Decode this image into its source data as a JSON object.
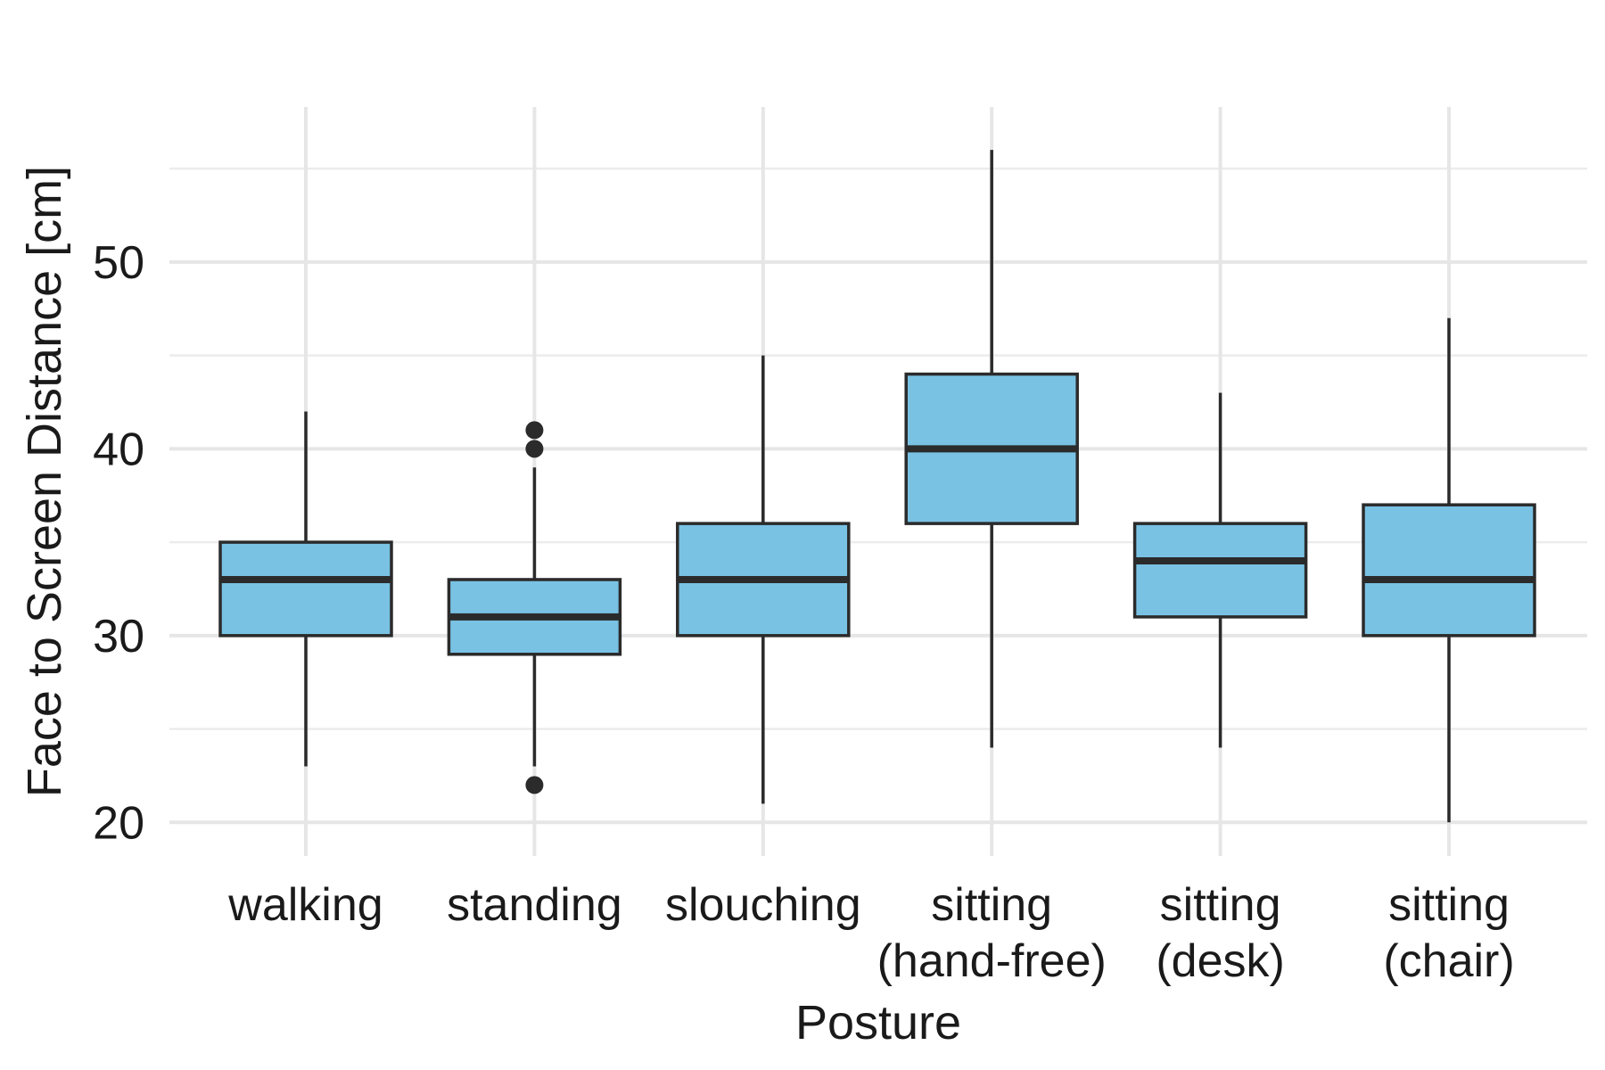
{
  "chart_data": {
    "type": "box",
    "xlabel": "Posture",
    "ylabel": "Face to Screen Distance [cm]",
    "ylim": [
      18.2,
      58.3
    ],
    "yticks": [
      20,
      30,
      40,
      50
    ],
    "grid": true,
    "box_fill": "#79c2e4",
    "line_color": "#2b2b2b",
    "categories": [
      {
        "label_lines": [
          "walking"
        ],
        "whisker_low": 23,
        "q1": 30,
        "median": 33,
        "q3": 35,
        "whisker_high": 42,
        "outliers": []
      },
      {
        "label_lines": [
          "standing"
        ],
        "whisker_low": 23,
        "q1": 29,
        "median": 31,
        "q3": 33,
        "whisker_high": 39,
        "outliers": [
          22,
          40,
          41
        ]
      },
      {
        "label_lines": [
          "slouching"
        ],
        "whisker_low": 21,
        "q1": 30,
        "median": 33,
        "q3": 36,
        "whisker_high": 45,
        "outliers": []
      },
      {
        "label_lines": [
          "sitting",
          "(hand-free)"
        ],
        "whisker_low": 24,
        "q1": 36,
        "median": 40,
        "q3": 44,
        "whisker_high": 56,
        "outliers": []
      },
      {
        "label_lines": [
          "sitting",
          "(desk)"
        ],
        "whisker_low": 24,
        "q1": 31,
        "median": 34,
        "q3": 36,
        "whisker_high": 43,
        "outliers": []
      },
      {
        "label_lines": [
          "sitting",
          "(chair)"
        ],
        "whisker_low": 20,
        "q1": 30,
        "median": 33,
        "q3": 37,
        "whisker_high": 47,
        "outliers": []
      }
    ]
  }
}
